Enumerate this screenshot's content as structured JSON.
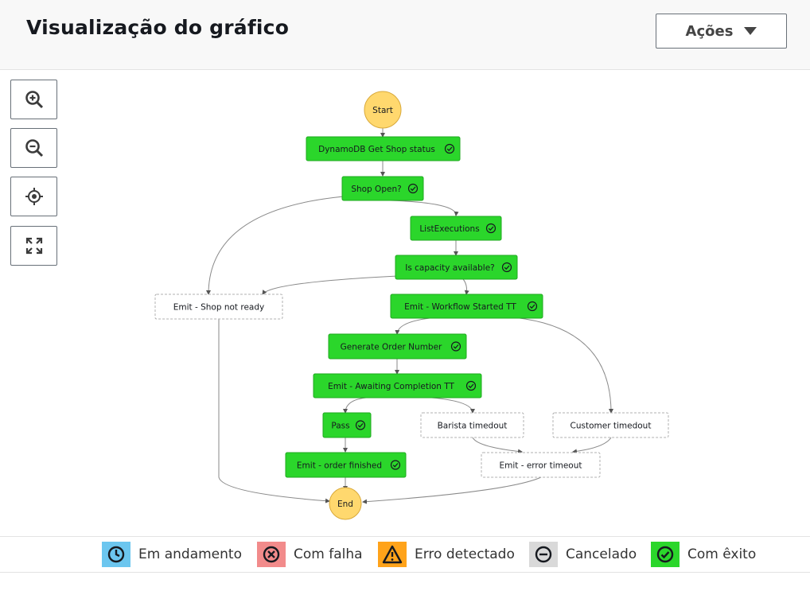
{
  "header": {
    "title": "Visualização do gráfico",
    "actions_label": "Ações"
  },
  "zoom_controls": [
    {
      "name": "zoom-in-button",
      "icon": "zoom-in-icon"
    },
    {
      "name": "zoom-out-button",
      "icon": "zoom-out-icon"
    },
    {
      "name": "center-button",
      "icon": "crosshair-icon"
    },
    {
      "name": "fit-button",
      "icon": "expand-icon"
    }
  ],
  "colors": {
    "succeeded": "#2bd62b",
    "start_end": "#ffd86e",
    "in_progress": "#6cc6ef",
    "failed": "#f28b8b",
    "caught_error": "#ffa31a",
    "cancelled": "#d9d9d9",
    "not_run_border": "#b0b0b0"
  },
  "graph": {
    "nodes": [
      {
        "id": "start",
        "label": "Start",
        "status": "start"
      },
      {
        "id": "dynamo",
        "label": "DynamoDB Get Shop status",
        "status": "succeeded"
      },
      {
        "id": "shopopen",
        "label": "Shop Open?",
        "status": "succeeded"
      },
      {
        "id": "listexec",
        "label": "ListExecutions",
        "status": "succeeded"
      },
      {
        "id": "capacity",
        "label": "Is capacity available?",
        "status": "succeeded"
      },
      {
        "id": "notready",
        "label": "Emit - Shop not ready",
        "status": "not-run"
      },
      {
        "id": "wfstarted",
        "label": "Emit - Workflow Started TT",
        "status": "succeeded"
      },
      {
        "id": "genorder",
        "label": "Generate Order Number",
        "status": "succeeded"
      },
      {
        "id": "awaiting",
        "label": "Emit - Awaiting Completion TT",
        "status": "succeeded"
      },
      {
        "id": "pass",
        "label": "Pass",
        "status": "succeeded"
      },
      {
        "id": "barista",
        "label": "Barista timedout",
        "status": "not-run"
      },
      {
        "id": "customer",
        "label": "Customer timedout",
        "status": "not-run"
      },
      {
        "id": "orderfin",
        "label": "Emit - order finished",
        "status": "succeeded"
      },
      {
        "id": "errtimeout",
        "label": "Emit - error timeout",
        "status": "not-run"
      },
      {
        "id": "end",
        "label": "End",
        "status": "end"
      }
    ]
  },
  "legend": [
    {
      "label": "Em andamento",
      "icon": "clock-icon",
      "color": "#6cc6ef"
    },
    {
      "label": "Com falha",
      "icon": "x-circle-icon",
      "color": "#f28b8b"
    },
    {
      "label": "Erro detectado",
      "icon": "warning-icon",
      "color": "#ffa31a"
    },
    {
      "label": "Cancelado",
      "icon": "minus-circle-icon",
      "color": "#d9d9d9"
    },
    {
      "label": "Com êxito",
      "icon": "check-circle-icon",
      "color": "#2bd62b"
    }
  ]
}
